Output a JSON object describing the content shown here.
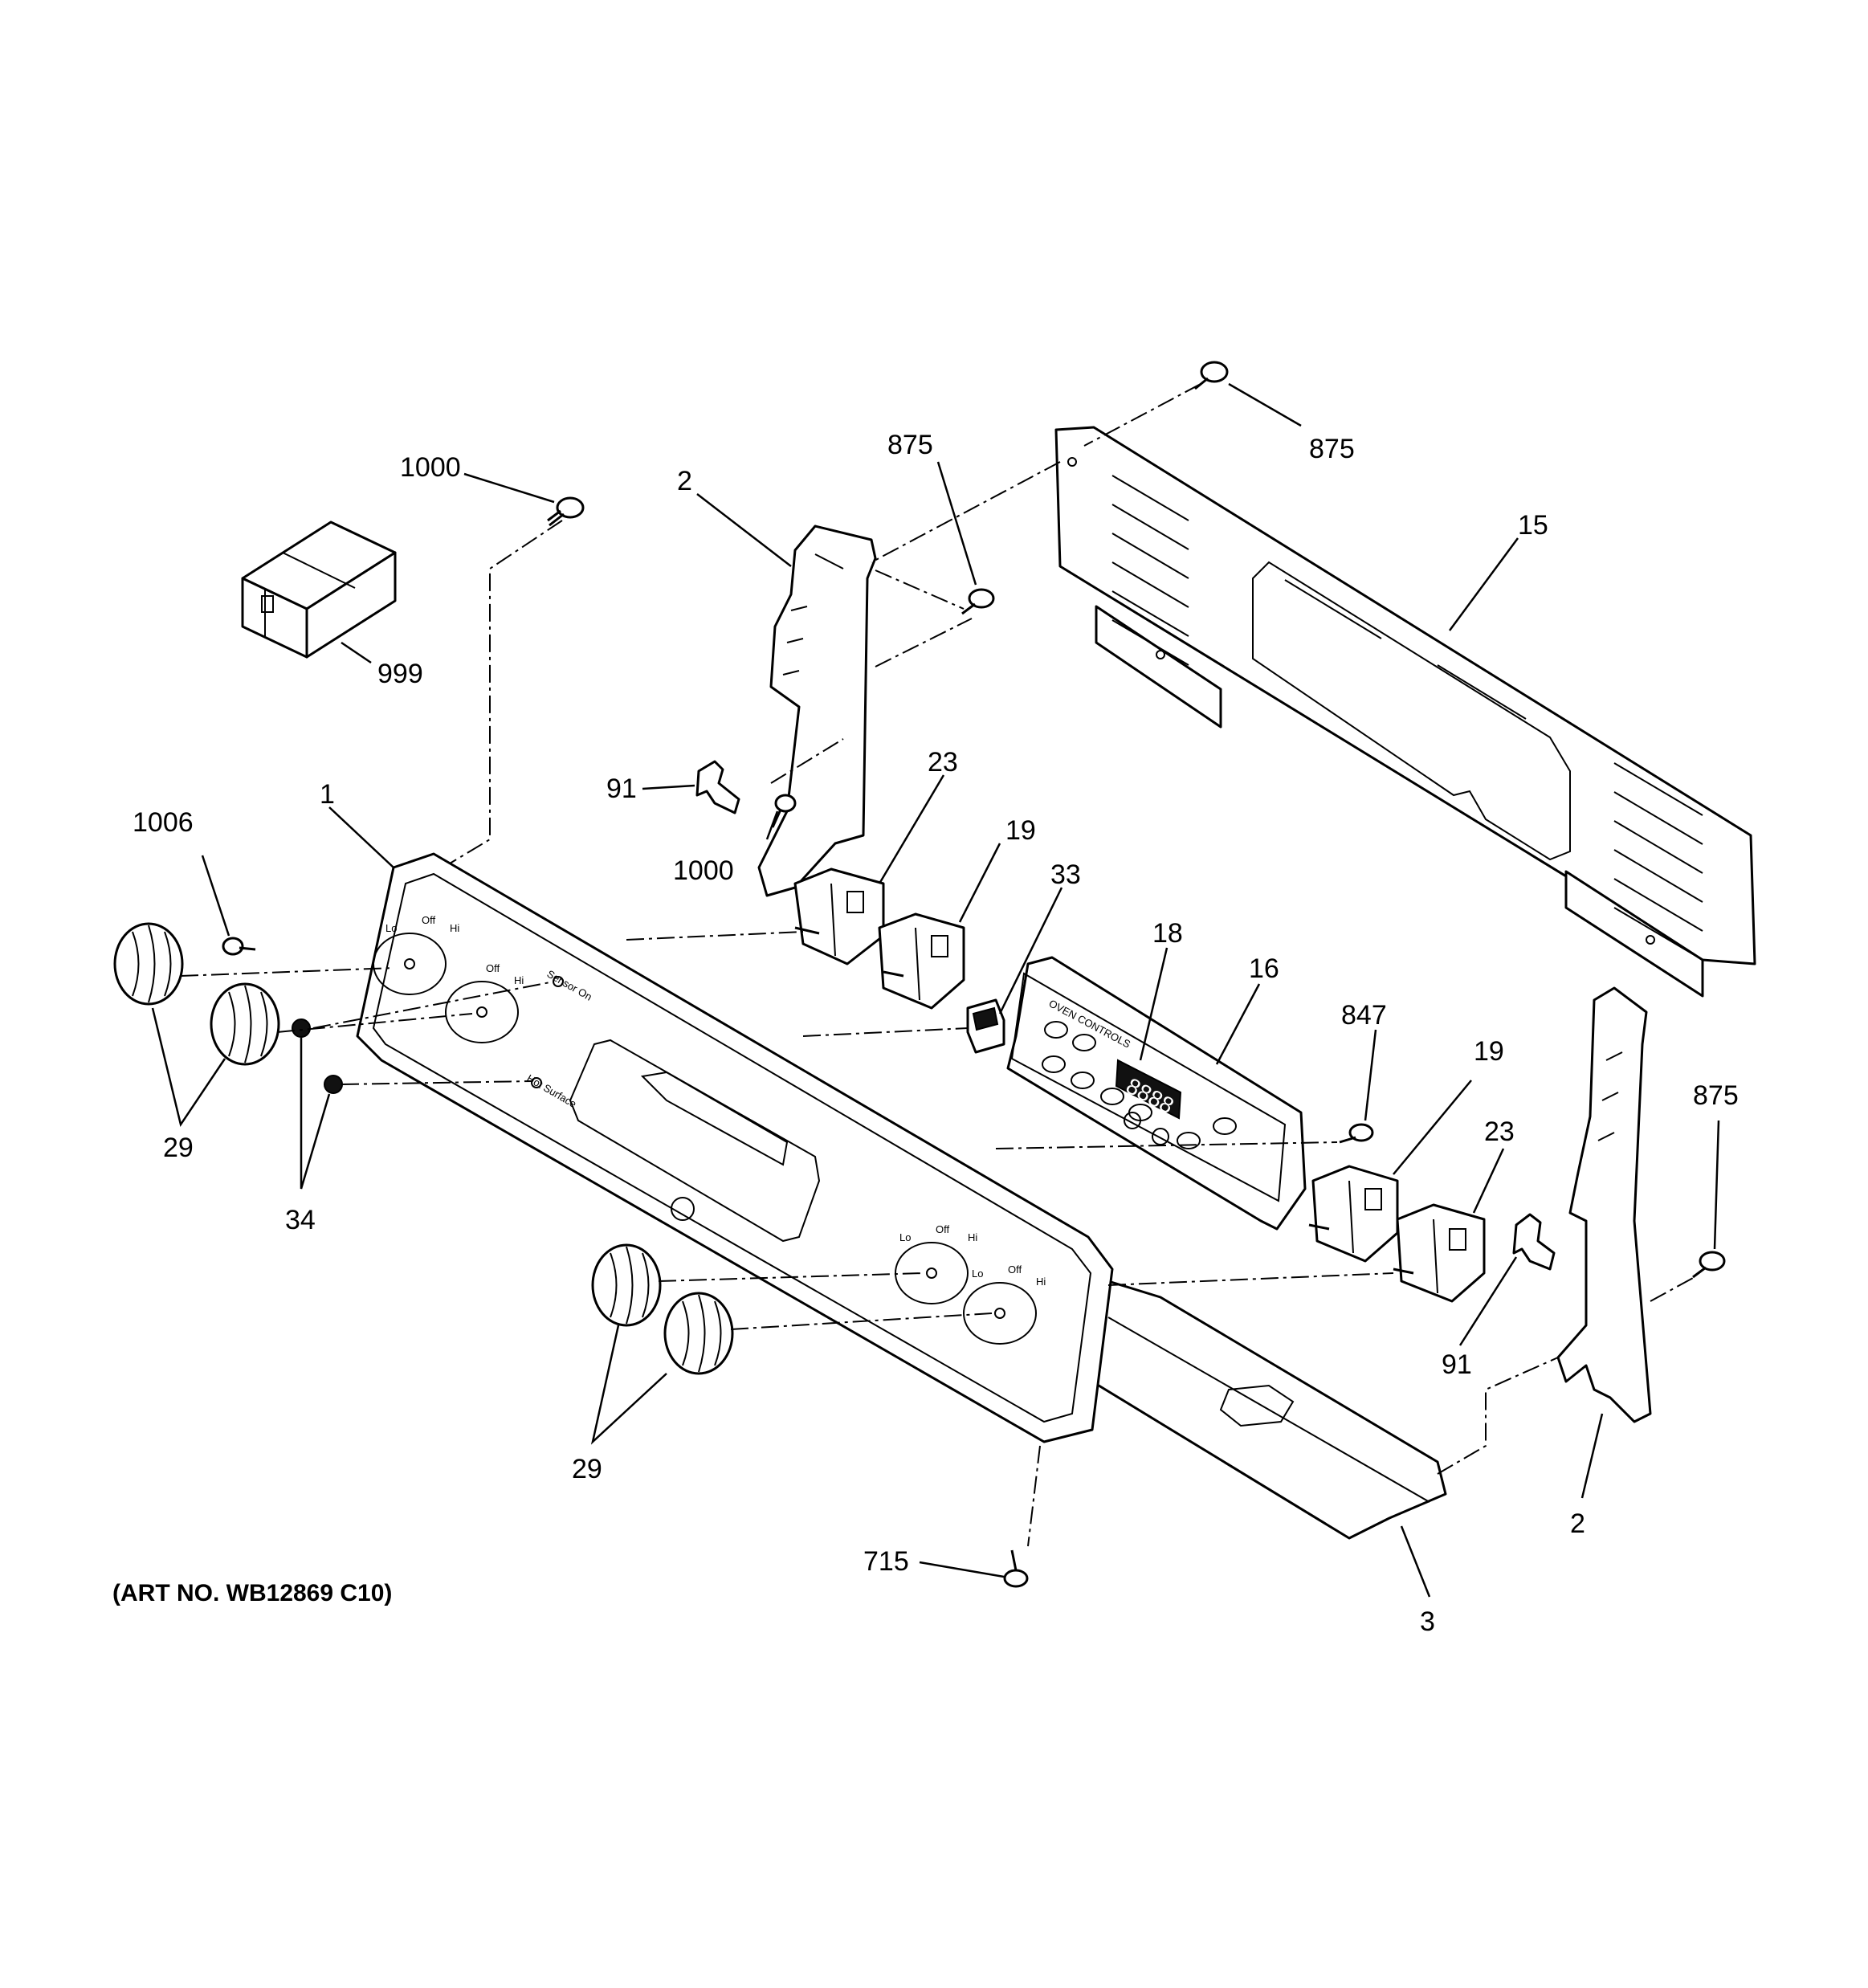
{
  "callouts": {
    "c_1000_top": "1000",
    "c_999": "999",
    "c_2_left": "2",
    "c_875_a": "875",
    "c_875_b": "875",
    "c_15": "15",
    "c_91_left": "91",
    "c_1000_mid": "1000",
    "c_23_left": "23",
    "c_19_left": "19",
    "c_33": "33",
    "c_18": "18",
    "c_16": "16",
    "c_847": "847",
    "c_1": "1",
    "c_1006": "1006",
    "c_29_left": "29",
    "c_34": "34",
    "c_19_right": "19",
    "c_23_right": "23",
    "c_875_c": "875",
    "c_91_right": "91",
    "c_2_right": "2",
    "c_29_right": "29",
    "c_715": "715",
    "c_3": "3"
  },
  "art_number": "(ART NO. WB12869 C10)",
  "display_digits": "8888",
  "panel_labels": {
    "lo": "Lo",
    "off": "Off",
    "hi": "Hi",
    "sensor_on": "Sensor On",
    "hot_surface": "Hot Surface",
    "oven_controls": "OVEN CONTROLS"
  }
}
